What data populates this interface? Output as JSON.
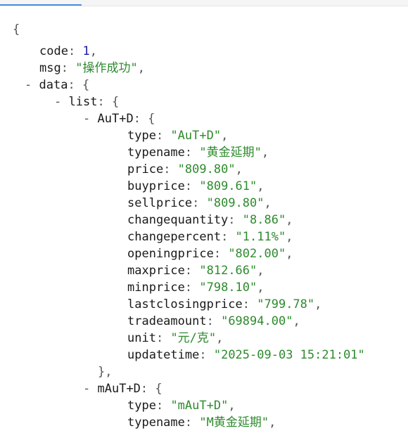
{
  "brackets": {
    "open_obj": "{",
    "close_obj": "},",
    "toggle": "-"
  },
  "root": {
    "code": {
      "key": "code",
      "value": "1"
    },
    "msg": {
      "key": "msg",
      "value": "\"操作成功\""
    },
    "data_key": "data",
    "list_key": "list"
  },
  "items": [
    {
      "key": "AuT+D",
      "fields": [
        {
          "key": "type",
          "value": "\"AuT+D\""
        },
        {
          "key": "typename",
          "value": "\"黄金延期\""
        },
        {
          "key": "price",
          "value": "\"809.80\""
        },
        {
          "key": "buyprice",
          "value": "\"809.61\""
        },
        {
          "key": "sellprice",
          "value": "\"809.80\""
        },
        {
          "key": "changequantity",
          "value": "\"8.86\""
        },
        {
          "key": "changepercent",
          "value": "\"1.11%\""
        },
        {
          "key": "openingprice",
          "value": "\"802.00\""
        },
        {
          "key": "maxprice",
          "value": "\"812.66\""
        },
        {
          "key": "minprice",
          "value": "\"798.10\""
        },
        {
          "key": "lastclosingprice",
          "value": "\"799.78\""
        },
        {
          "key": "tradeamount",
          "value": "\"69894.00\""
        },
        {
          "key": "unit",
          "value": "\"元/克\""
        },
        {
          "key": "updatetime",
          "value": "\"2025-09-03 15:21:01\""
        }
      ]
    },
    {
      "key": "mAuT+D",
      "fields": [
        {
          "key": "type",
          "value": "\"mAuT+D\""
        },
        {
          "key": "typename",
          "value": "\"M黄金延期\""
        }
      ]
    }
  ]
}
